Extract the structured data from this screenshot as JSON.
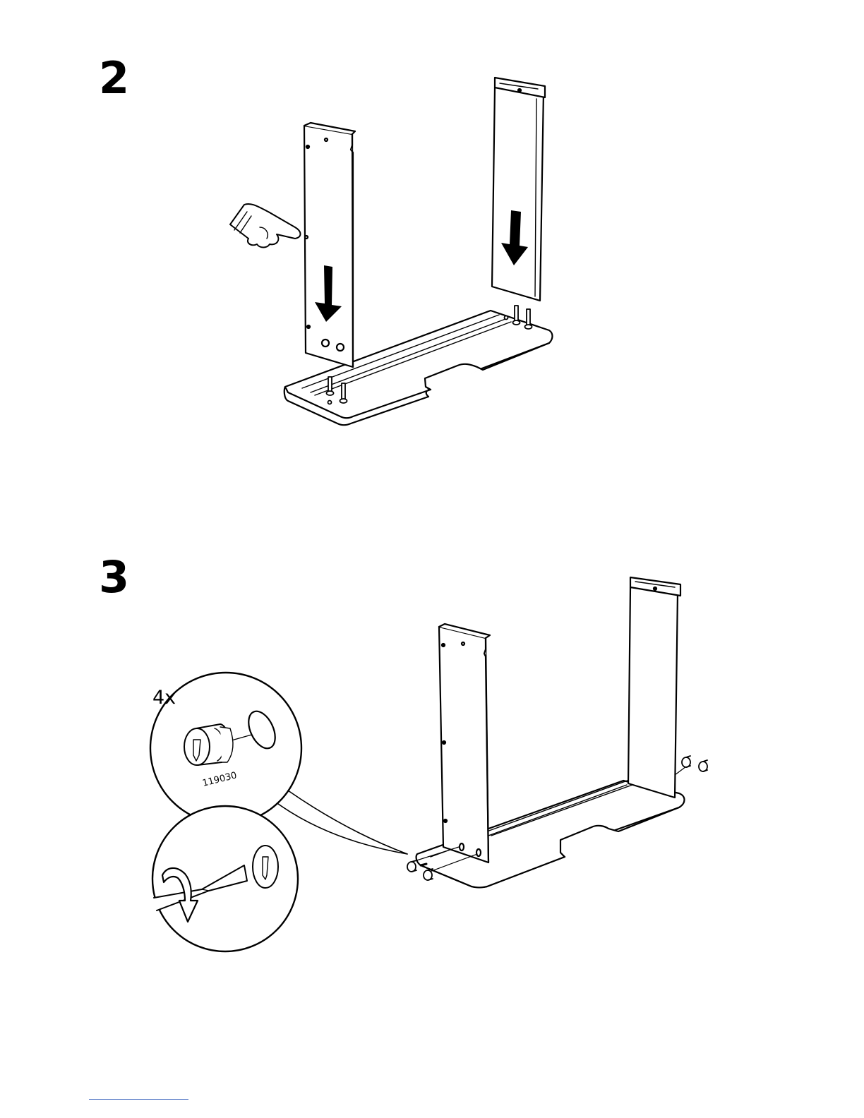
{
  "steps": [
    {
      "number": "2"
    },
    {
      "number": "3",
      "callout": {
        "quantity": "4x",
        "part_number": "119030"
      }
    }
  ],
  "colors": {
    "ink": "#000000",
    "paper": "#ffffff",
    "footer_rule": "#4a6fc2"
  },
  "icons": [
    "pointing-hand-icon",
    "down-arrow-icon",
    "rotate-arrow-icon",
    "screwdriver-icon",
    "cam-lock-icon"
  ]
}
